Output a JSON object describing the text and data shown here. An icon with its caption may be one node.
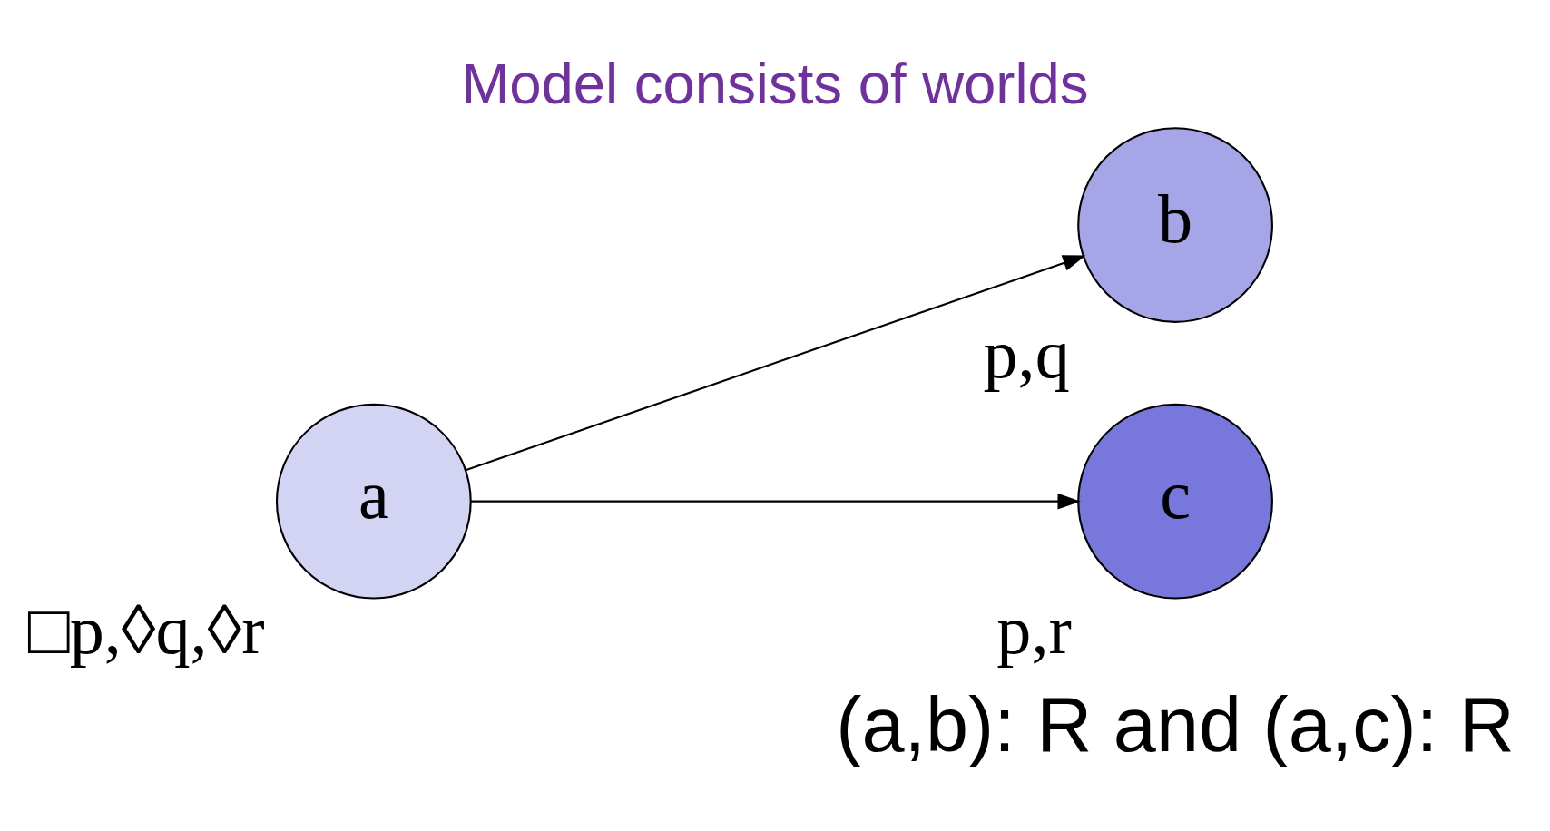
{
  "diagram": {
    "title": "Model consists of worlds",
    "nodes": [
      {
        "text": [
          "a"
        ],
        "beside": [
          "□p,◊q,◊r"
        ]
      },
      {
        "text": [
          "b"
        ],
        "beside": [
          "p,q"
        ]
      },
      {
        "text": [
          "c"
        ],
        "beside": [
          "p,r"
        ]
      }
    ],
    "edges": [
      {
        "from": 0,
        "to": 1,
        "arrow": "to"
      },
      {
        "from": 0,
        "to": 2,
        "arrow": "to"
      }
    ],
    "caption": "(a,b): R and (a,c): R"
  }
}
